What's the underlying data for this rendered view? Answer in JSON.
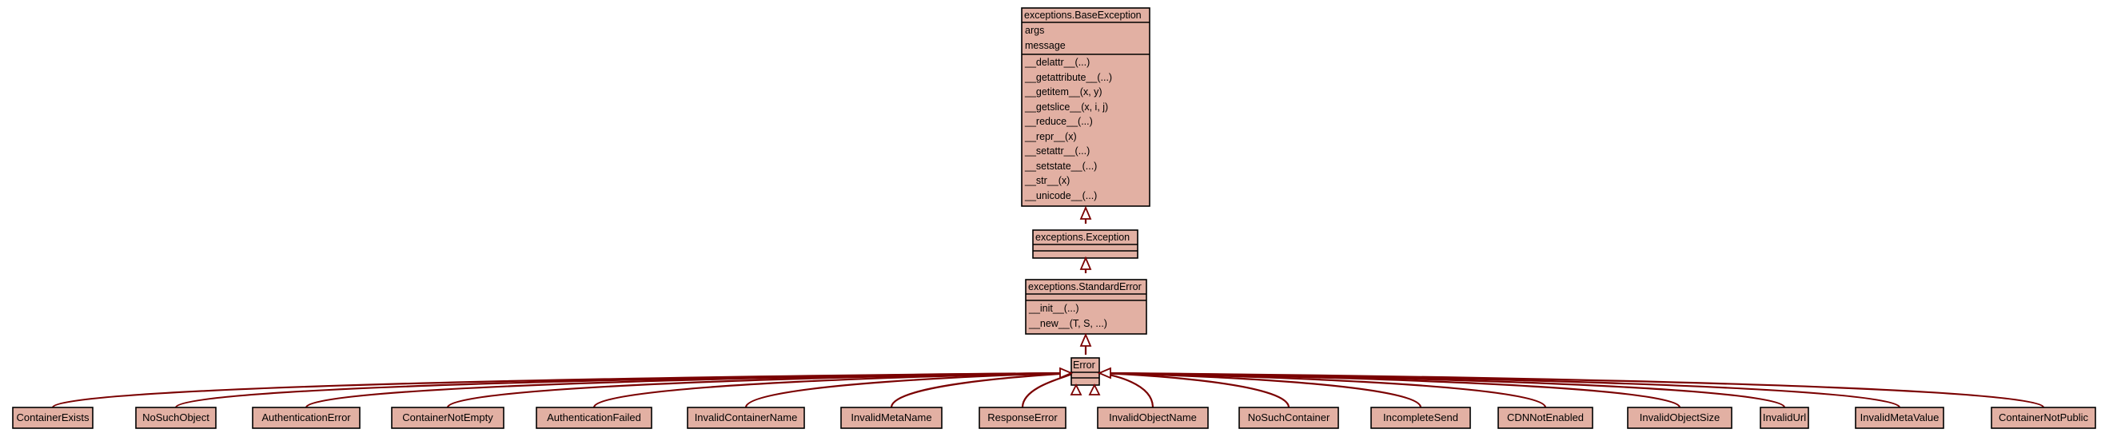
{
  "diagram": {
    "colors": {
      "box_fill": "#e2b0a3",
      "edge": "#7a0000",
      "arrowhead_fill": "#ffffff"
    },
    "base_exception": {
      "title": "exceptions.BaseException",
      "attributes": [
        "args",
        "message"
      ],
      "methods": [
        "__delattr__(...)",
        "__getattribute__(...)",
        "__getitem__(x, y)",
        "__getslice__(x, i, j)",
        "__reduce__(...)",
        "__repr__(x)",
        "__setattr__(...)",
        "__setstate__(...)",
        "__str__(x)",
        "__unicode__(...)"
      ]
    },
    "exception": {
      "title": "exceptions.Exception"
    },
    "standard_error": {
      "title": "exceptions.StandardError",
      "methods": [
        "__init__(...)",
        "__new__(T, S, ...)"
      ]
    },
    "error": {
      "title": "Error"
    },
    "subclasses": [
      "ContainerExists",
      "NoSuchObject",
      "AuthenticationError",
      "ContainerNotEmpty",
      "AuthenticationFailed",
      "InvalidContainerName",
      "InvalidMetaName",
      "ResponseError",
      "InvalidObjectName",
      "NoSuchContainer",
      "IncompleteSend",
      "CDNNotEnabled",
      "InvalidObjectSize",
      "InvalidUrl",
      "InvalidMetaValue",
      "ContainerNotPublic"
    ]
  }
}
